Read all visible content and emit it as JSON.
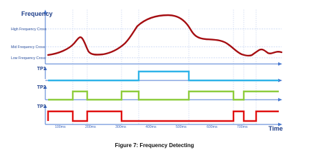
{
  "diagram": {
    "y_axis_label": "Frequency",
    "x_axis_label": "Time",
    "levels": [
      {
        "label": "High Frequency Cross"
      },
      {
        "label": "Mid Frequency Cross"
      },
      {
        "label": "Low Frequency Cross"
      }
    ],
    "signals": [
      {
        "label": "TP1",
        "color": "#2fb3e8"
      },
      {
        "label": "TP2",
        "color": "#8dcc3c"
      },
      {
        "label": "TP3",
        "color": "#e01010"
      }
    ],
    "frequency_curve_color": "#a50e12",
    "axis_color": "#4a7ad0",
    "time_ticks": [
      "100ms",
      "200ms",
      "300ms",
      "400ms",
      "500ms",
      "600ms",
      "700ms"
    ],
    "caption": "Figure 7: Frequency Detecting"
  }
}
